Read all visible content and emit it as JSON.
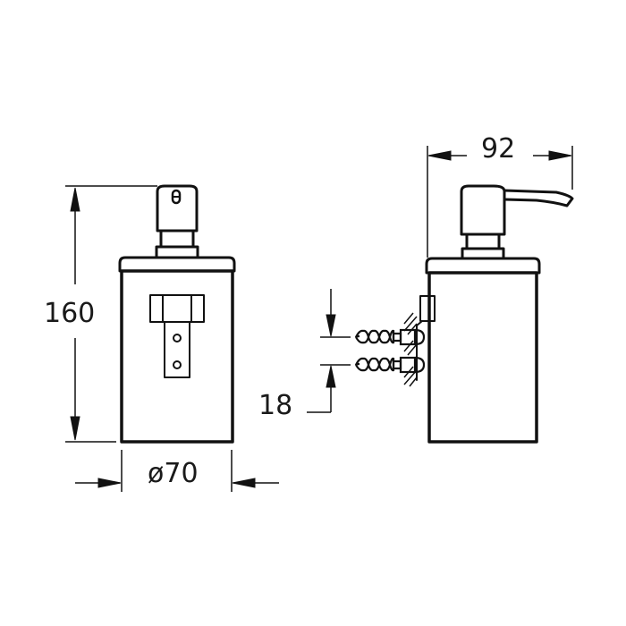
{
  "drawing": {
    "subject": "Wall-mounted soap dispenser technical drawing",
    "views": [
      "front-view",
      "side-view"
    ],
    "dimensions": {
      "height": "160",
      "diameter": "ø70",
      "depth": "92",
      "mount_spacing": "18"
    },
    "colors": {
      "line": "#111111",
      "background": "#ffffff"
    }
  }
}
